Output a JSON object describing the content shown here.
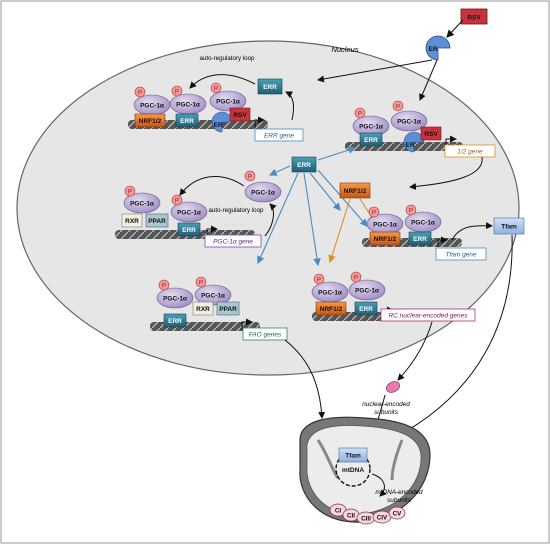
{
  "labels": {
    "nucleus": "Nucleus",
    "auto_loop_top": "auto-regulatory loop",
    "auto_loop_mid": "auto-regulatory loop",
    "nuclear_subunits_line1": "nuclear-encoded",
    "nuclear_subunits_line2": "subunits",
    "mtdna_subunits_line1": "mtDNA-encoded",
    "mtdna_subunits_line2": "subunits"
  },
  "proteins": {
    "pgc": "PGC-1α",
    "err": "ERR",
    "nrf": "NRF1/2",
    "rsv": "RSV",
    "er": "ER",
    "rxr": "RXR",
    "ppar": "PPAR",
    "tfam": "Tfam",
    "p": "P",
    "mtdna": "mtDNA"
  },
  "genes": {
    "err_gene": "ERR gene",
    "nrf_gene": "1/2 gene",
    "pgc_gene": "PGC-1α gene",
    "tfam_gene": "Tfam gene",
    "fao_genes": "FAO genes",
    "rc_genes": "RC nuclear-encoded genes"
  },
  "complexes": [
    "CI",
    "CII",
    "CIII",
    "CIV",
    "CV"
  ],
  "colors": {
    "pgc": "#b8a8d6",
    "err": "#2f7f96",
    "nrf": "#e36c1c",
    "rsv": "#c8323a",
    "er": "#5b8fd6",
    "rxr": "#f3efe0",
    "ppar": "#a8c8cf",
    "tfam": "#a9c7ee",
    "p": "#f29a9a",
    "nucleus": "#e8e8e8",
    "arrow_blue": "#4a8cc0",
    "arrow_orange": "#d9902a"
  }
}
